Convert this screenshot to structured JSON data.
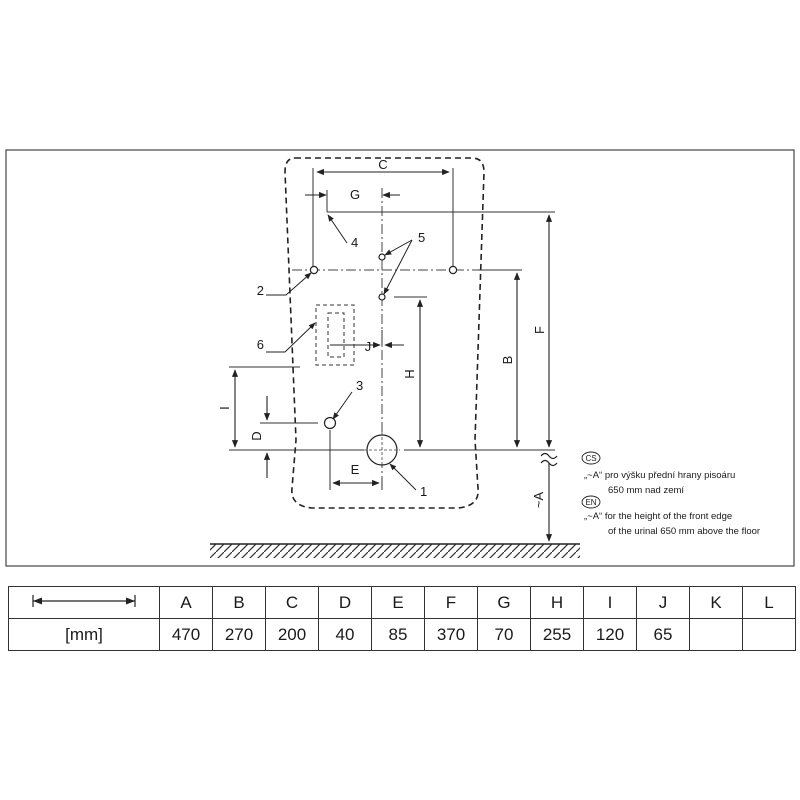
{
  "callouts": [
    "1",
    "2",
    "3",
    "4",
    "5",
    "6"
  ],
  "dims": {
    "A": "~A",
    "B": "B",
    "C": "C",
    "D": "D",
    "E": "E",
    "F": "F",
    "G": "G",
    "H": "H",
    "I": "I",
    "J": "J"
  },
  "notes": {
    "cs_badge": "CS",
    "cs_line1": "„~A“ pro výšku přední hrany pisoáru",
    "cs_line2": "650 mm nad zemí",
    "en_badge": "EN",
    "en_line1": "„~A“ for the height of the front edge",
    "en_line2": "of the urinal 650 mm above the floor"
  },
  "table": {
    "unit": "[mm]",
    "headers": [
      "A",
      "B",
      "C",
      "D",
      "E",
      "F",
      "G",
      "H",
      "I",
      "J",
      "K",
      "L"
    ],
    "values": [
      "470",
      "270",
      "200",
      "40",
      "85",
      "370",
      "70",
      "255",
      "120",
      "65",
      "",
      ""
    ]
  }
}
